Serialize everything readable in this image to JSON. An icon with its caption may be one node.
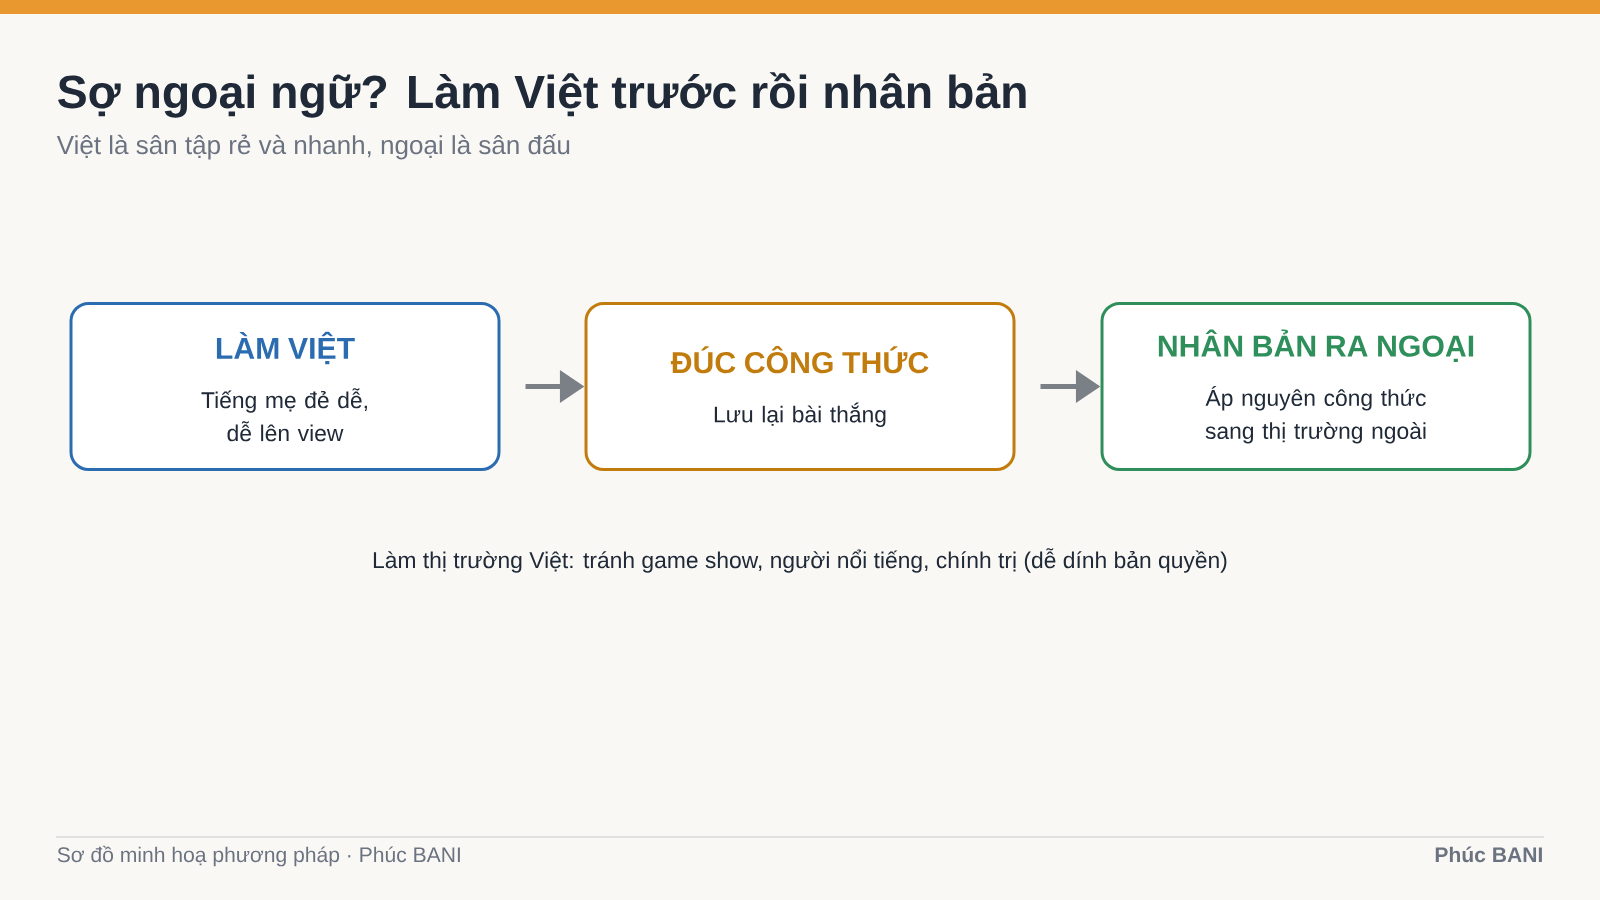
{
  "diagram": {
    "title": "Sợ ngoại ngữ? Làm Việt trước rồi nhân bản",
    "nodes": [
      {
        "text": [
          "LÀM VIỆT",
          "Tiếng mẹ đẻ dễ, dễ lên view"
        ]
      },
      {
        "text": [
          "ĐÚC CÔNG THỨC",
          "Lưu lại bài thắng"
        ]
      },
      {
        "text": [
          "NHÂN BẢN RA NGOẠI",
          "Áp nguyên công thức sang thị trường ngoài"
        ]
      }
    ],
    "edges": [
      {
        "from": 0,
        "to": 1,
        "arrow": "to"
      },
      {
        "from": 1,
        "to": 2,
        "arrow": "to"
      }
    ],
    "labels": [
      "Việt là sân tập rẻ và nhanh, ngoại là sân đấu",
      "Làm thị trường Việt: tránh game show, người nổi tiếng, chính trị (dễ dính bản quyền)",
      "Sơ đồ minh hoạ phương pháp · Phúc BANI",
      "Phúc BANI"
    ]
  }
}
